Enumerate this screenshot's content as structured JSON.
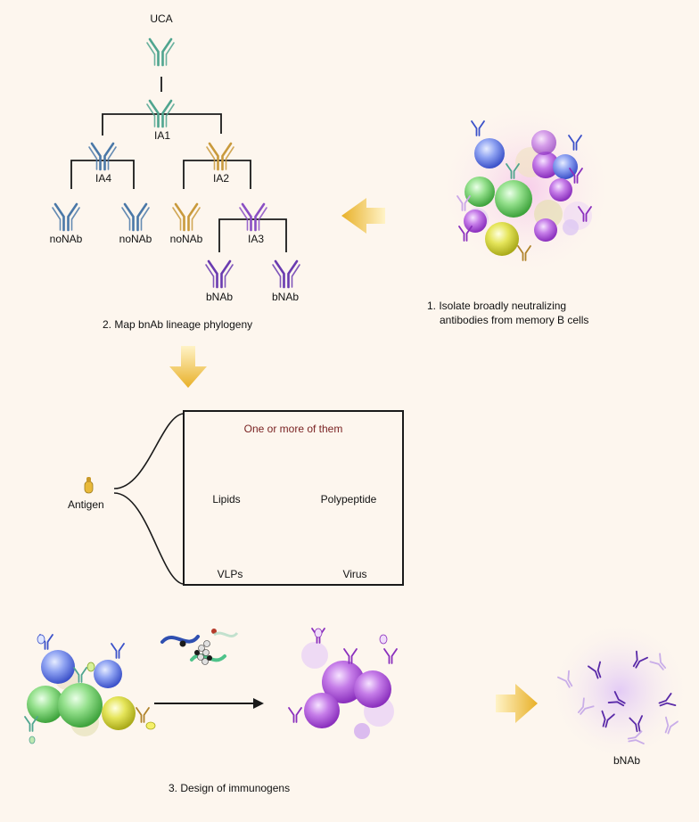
{
  "tree": {
    "uca": "UCA",
    "ia1": "IA1",
    "ia4": "IA4",
    "ia2": "IA2",
    "ia3": "IA3",
    "leaf1": "noNAb",
    "leaf2": "noNAb",
    "leaf3": "noNAb",
    "leaf4": "bNAb",
    "leaf5": "bNAb"
  },
  "steps": {
    "step1_line1": "1. Isolate broadly neutralizing",
    "step1_line2": "antibodies from memory B cells",
    "step2": "2. Map bnAb lineage phylogeny",
    "step3": "3. Design of immunogens"
  },
  "antigen": {
    "label": "Antigen",
    "box_title": "One or more of them",
    "types": [
      "Lipids",
      "Polypeptide",
      "VLPs",
      "Virus"
    ]
  },
  "result": {
    "label": "bNAb"
  },
  "colors": {
    "uca": "#4fa58f",
    "ia4": "#4a78a8",
    "ia2": "#c99a3c",
    "ia3": "#8a4fc4",
    "bnab": "#6a3bb0",
    "arrow": "#e8b93a",
    "box_title": "#7a2323"
  }
}
